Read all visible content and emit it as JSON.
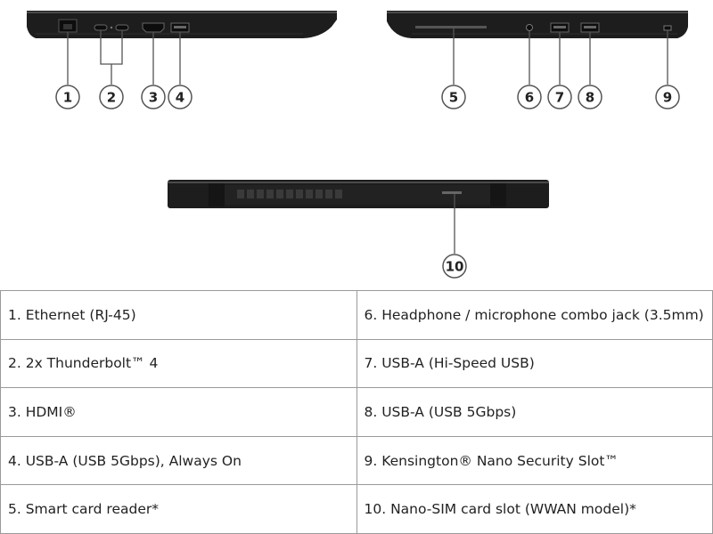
{
  "callouts": [
    "1",
    "2",
    "3",
    "4",
    "5",
    "6",
    "7",
    "8",
    "9",
    "10"
  ],
  "ports": [
    [
      "1. Ethernet (RJ-45)",
      "6. Headphone / microphone combo jack (3.5mm)"
    ],
    [
      "2. 2x Thunderbolt™ 4",
      "7. USB-A (Hi-Speed USB)"
    ],
    [
      "3. HDMI®",
      "8. USB-A (USB 5Gbps)"
    ],
    [
      "4. USB-A (USB 5Gbps), Always On",
      "9. Kensington® Nano Security Slot™"
    ],
    [
      "5. Smart card reader*",
      "10. Nano-SIM card slot (WWAN model)*"
    ]
  ]
}
